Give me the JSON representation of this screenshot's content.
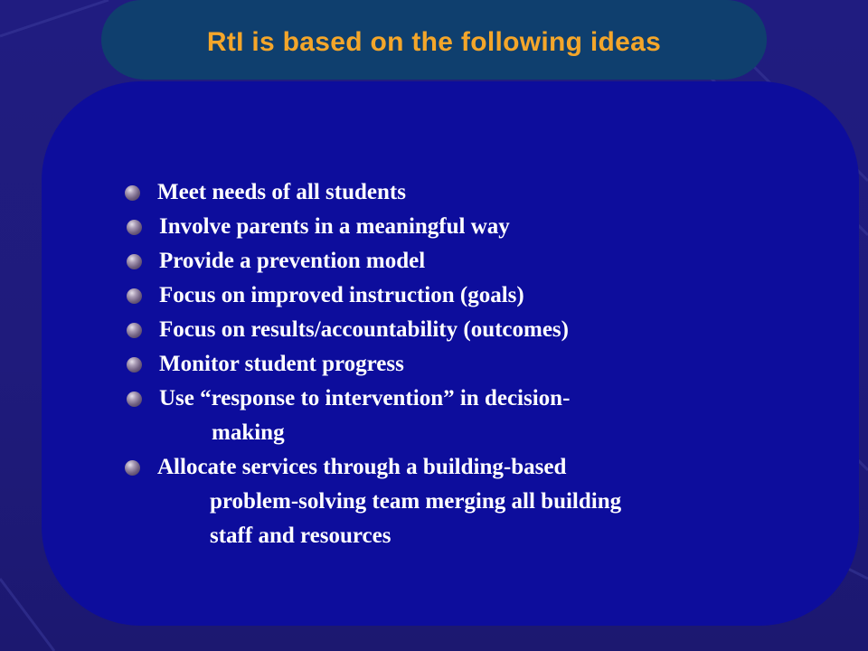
{
  "slide": {
    "title": "RtI is based on the following ideas",
    "bullets": [
      {
        "lines": [
          "Meet needs of all students"
        ]
      },
      {
        "lines": [
          "Involve parents in a meaningful way"
        ]
      },
      {
        "lines": [
          "Provide a prevention model"
        ]
      },
      {
        "lines": [
          "Focus on improved instruction (goals)"
        ]
      },
      {
        "lines": [
          "Focus on results/accountability (outcomes)"
        ]
      },
      {
        "lines": [
          "Monitor student progress"
        ]
      },
      {
        "lines": [
          "Use “response to intervention” in decision-",
          "making"
        ]
      },
      {
        "lines": [
          "Allocate services through a building-based",
          "problem-solving team merging all building",
          "staff and resources"
        ]
      }
    ]
  },
  "colors": {
    "background": "#1e1a7a",
    "panel": "#0d0d9c",
    "title_bar": "#0f3f6e",
    "title_text": "#f4a62a",
    "body_text": "#ffffff"
  },
  "icons": {
    "bullet": "marble-bullet-icon"
  }
}
